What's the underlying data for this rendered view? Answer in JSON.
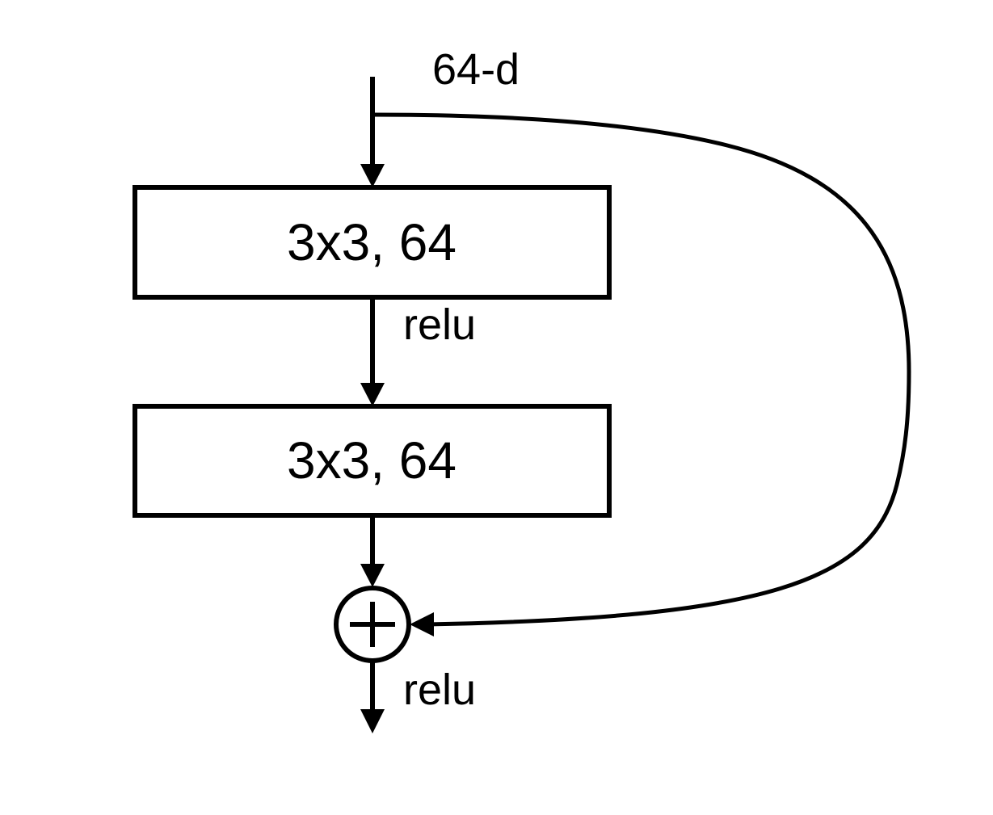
{
  "input_label": "64-d",
  "layers": [
    {
      "label": "3x3, 64"
    },
    {
      "label": "3x3, 64"
    }
  ],
  "activations": {
    "after_first_layer": "relu",
    "after_addition": "relu"
  },
  "colors": {
    "stroke": "#000000",
    "fill": "#ffffff",
    "background": "#ffffff"
  },
  "operator_symbol": "plus-in-circle"
}
